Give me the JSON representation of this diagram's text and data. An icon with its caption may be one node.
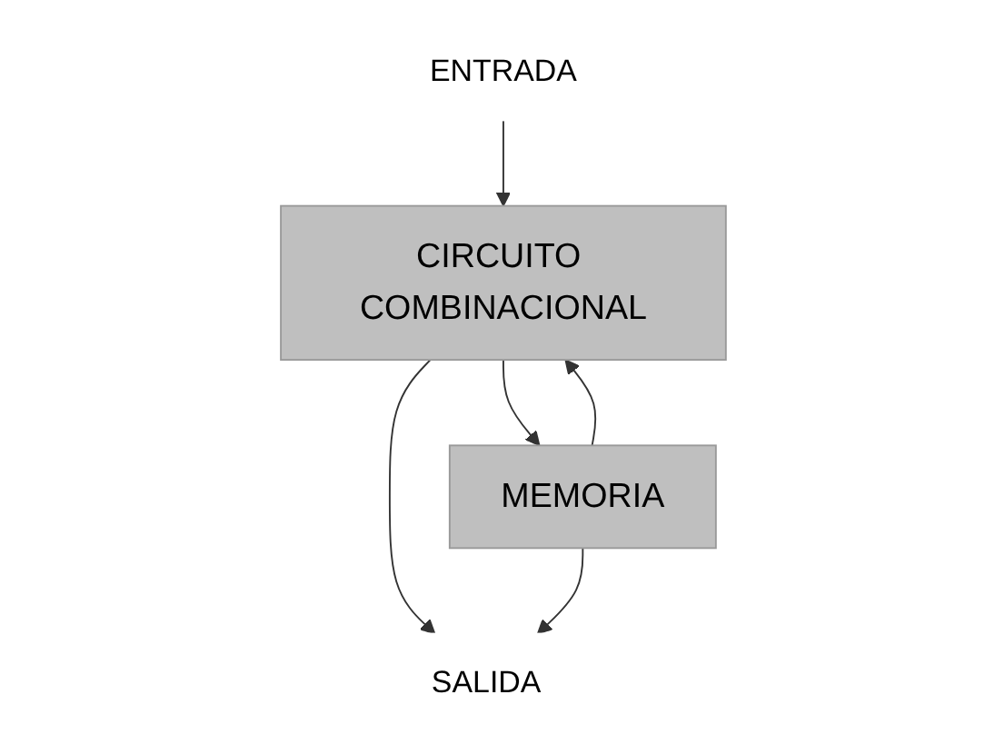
{
  "diagram": {
    "nodes": [
      {
        "text": [
          "ENTRADA"
        ]
      },
      {
        "text": [
          "CIRCUITO COMBINACIONAL"
        ]
      },
      {
        "text": [
          "MEMORIA"
        ]
      },
      {
        "text": [
          "SALIDA"
        ]
      }
    ],
    "edges": [
      {
        "from": 0,
        "to": 1,
        "arrow": "to"
      },
      {
        "from": 2,
        "to": 1,
        "arrow": "to"
      },
      {
        "from": 1,
        "to": 2,
        "arrow": "to"
      },
      {
        "from": 1,
        "to": 3,
        "arrow": "to"
      },
      {
        "from": 2,
        "to": 3,
        "arrow": "to"
      }
    ]
  }
}
